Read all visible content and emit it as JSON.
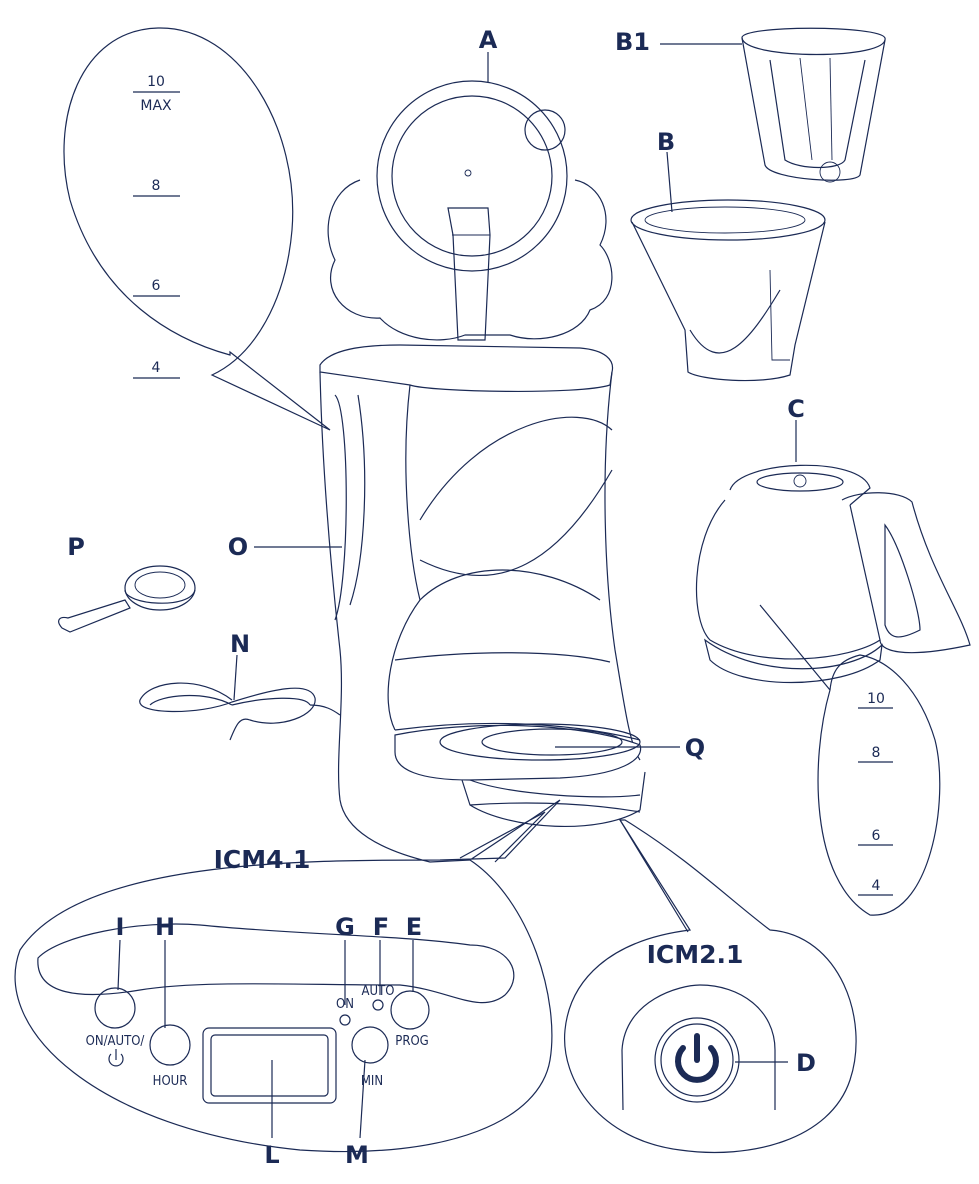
{
  "labels": {
    "A": "A",
    "B1": "B1",
    "B": "B",
    "C": "C",
    "D": "D",
    "E": "E",
    "F": "F",
    "G": "G",
    "H": "H",
    "I": "I",
    "L": "L",
    "M": "M",
    "N": "N",
    "O": "O",
    "P": "P",
    "Q": "Q"
  },
  "models": {
    "icm41": "ICM4.1",
    "icm21": "ICM2.1"
  },
  "tank_scale": [
    "10",
    "MAX",
    "8",
    "6",
    "4"
  ],
  "jug_scale": [
    "10",
    "8",
    "6",
    "4"
  ],
  "panel": {
    "on": "ON",
    "auto": "AUTO",
    "prog": "PROG",
    "hour": "HOUR",
    "min": "MIN",
    "on_auto_off": "ON/AUTO/"
  },
  "colors": {
    "line": "#1b2a55",
    "background": "#ffffff"
  }
}
